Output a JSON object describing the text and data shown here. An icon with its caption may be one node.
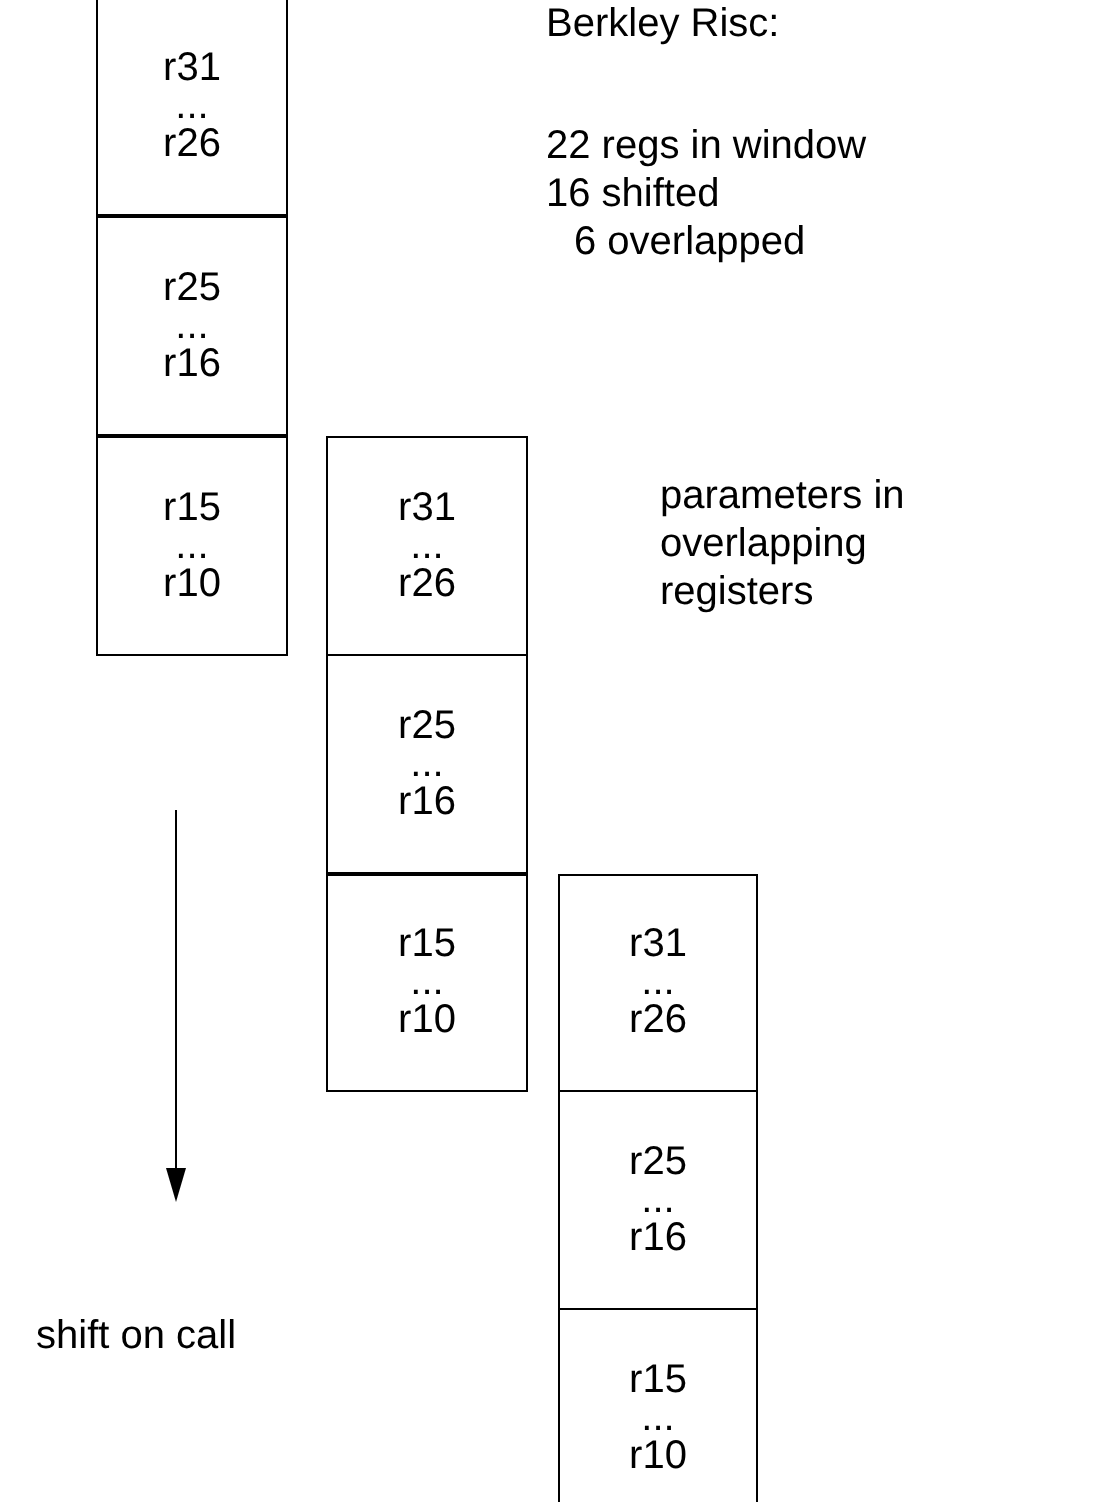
{
  "diagram": {
    "title": "Berkley Risc:",
    "nodes": [
      {
        "text": [
          "r31",
          "...",
          "r26"
        ]
      },
      {
        "text": [
          "r25",
          "...",
          "r16"
        ]
      },
      {
        "text": [
          "r15",
          "...",
          "r10"
        ]
      },
      {
        "text": [
          "r31",
          "...",
          "r26"
        ]
      },
      {
        "text": [
          "r25",
          "...",
          "r16"
        ]
      },
      {
        "text": [
          "r15",
          "...",
          "r10"
        ]
      },
      {
        "text": [
          "r31",
          "...",
          "r26"
        ]
      },
      {
        "text": [
          "r25",
          "...",
          "r16"
        ]
      },
      {
        "text": [
          "r15",
          "...",
          "r10"
        ]
      }
    ],
    "labels": [
      "22 regs in window",
      "16 shifted",
      "6 overlapped",
      "parameters in overlapping registers",
      "shift on call"
    ]
  }
}
